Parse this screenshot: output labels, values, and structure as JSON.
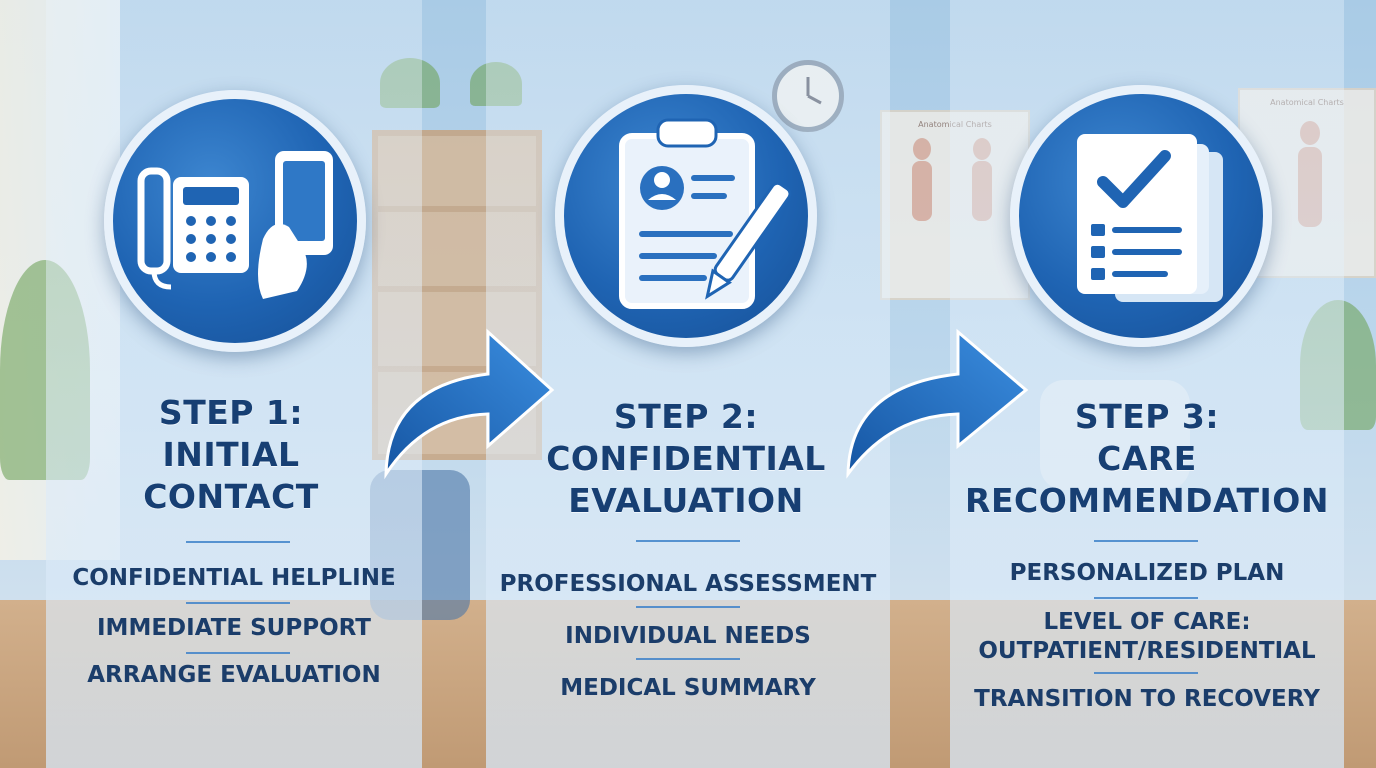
{
  "steps": [
    {
      "title_line1": "STEP 1:",
      "title_line2": "INITIAL",
      "title_line3": "CONTACT",
      "icon": "phone-icon",
      "items": [
        "CONFIDENTIAL HELPLINE",
        "IMMEDIATE SUPPORT",
        "ARRANGE EVALUATION"
      ]
    },
    {
      "title_line1": "STEP 2:",
      "title_line2": "CONFIDENTIAL",
      "title_line3": "EVALUATION",
      "icon": "clipboard-icon",
      "items": [
        "PROFESSIONAL ASSESSMENT",
        "INDIVIDUAL NEEDS",
        "MEDICAL SUMMARY"
      ]
    },
    {
      "title_line1": "STEP 3:",
      "title_line2": "CARE",
      "title_line3": "RECOMMENDATION",
      "icon": "checklist-icon",
      "items": [
        "PERSONALIZED PLAN",
        "LEVEL OF CARE:",
        "OUTPATIENT/RESIDENTIAL",
        "TRANSITION TO RECOVERY"
      ]
    }
  ],
  "background": {
    "poster_label": "Anatomical Charts",
    "poster_label_2": "Anatomical Charts"
  },
  "colors": {
    "circle": "#1f64b3",
    "title_text": "#173f73",
    "item_text": "#1b3d6a",
    "arrow": "#1d6cc4",
    "divider": "#3f83c9"
  }
}
